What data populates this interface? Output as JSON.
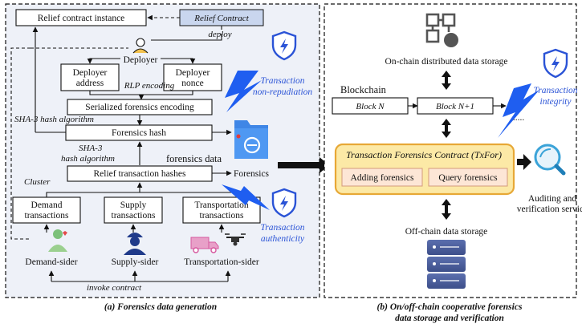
{
  "left": {
    "instance": "Relief contract instance",
    "contract": "Relief Contract",
    "deploy": "deploy",
    "deployer": "Deployer",
    "deployer_address": "Deployer address",
    "deployer_nonce": "Deployer nonce",
    "rlp": "RLP encoding",
    "serialized": "Serialized forensics encoding",
    "sha_algo": "SHA-3 hash algorithm",
    "forensics_hash": "Forensics hash",
    "sha3": "SHA-3",
    "hash_algorithm": "hash algorithm",
    "forensics_data": "forensics data",
    "relief_hashes": "Relief transaction hashes",
    "cluster": "Cluster",
    "forensics": "Forensics",
    "demand_tx": "Demand transactions",
    "supply_tx": "Supply transactions",
    "transport_tx": "Transportation transactions",
    "demand_sider": "Demand-sider",
    "supply_sider": "Supply-sider",
    "transport_sider": "Transportation-sider",
    "invoke": "invoke contract",
    "non_repudiation": "Transaction non-repudiation",
    "authenticity": "Transaction authenticity",
    "caption": "(a) Forensics data generation"
  },
  "right": {
    "onchain_storage": "On-chain distributed data storage",
    "blockchain": "Blockchain",
    "block_n": "Block N",
    "block_n1": "Block N+1",
    "ellipsis": "......",
    "integrity": "Transaction integrity",
    "txfor": "Transaction Forensics Contract (TxFor)",
    "adding": "Adding forensics",
    "query": "Query forensics",
    "auditing": "Auditing and verification service",
    "offchain": "Off-chain data storage",
    "caption_line1": "(b) On/off-chain cooperative forensics",
    "caption_line2": "data storage and verification"
  },
  "colors": {
    "accent_blue": "#2a53d6",
    "txfor_fill": "#fce9a6",
    "txfor_border": "#e7a836",
    "contract_fill": "#c9d6ee",
    "panel_fill": "#eef1f8"
  },
  "icons": [
    "user-icon",
    "shield-icon",
    "lightning-icon",
    "folder-e-icon",
    "nurse-icon",
    "worker-icon",
    "truck-icon",
    "drone-icon",
    "network-icon",
    "database-icon",
    "search-icon",
    "arrow-icon"
  ]
}
